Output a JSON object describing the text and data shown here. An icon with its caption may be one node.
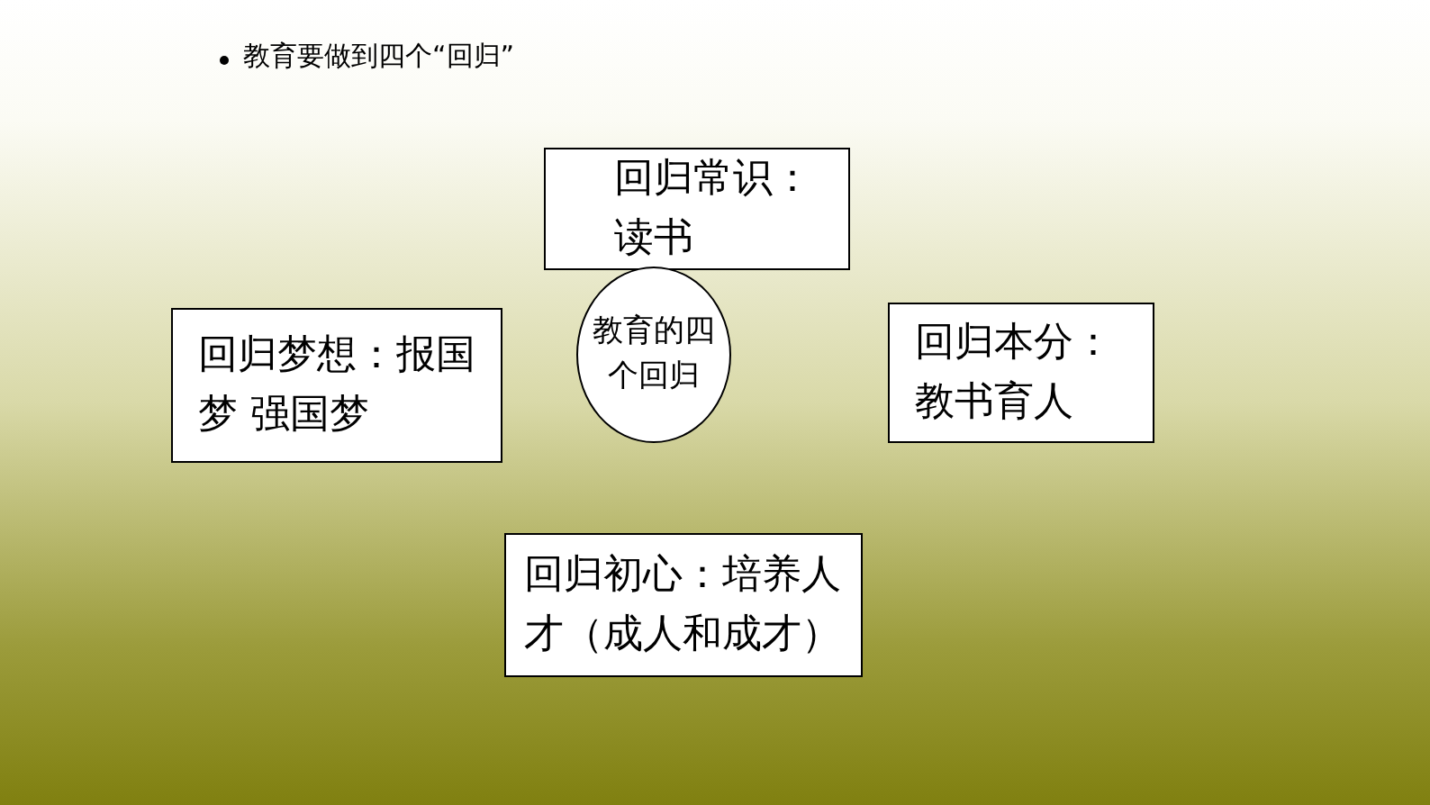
{
  "diagram": {
    "title": "教育要做到四个“回归”",
    "nodes": [
      {
        "text": [
          "回归常识：读书"
        ]
      },
      {
        "text": [
          "回归梦想：报国梦 强国梦"
        ]
      },
      {
        "text": [
          "教育的四个回归"
        ]
      },
      {
        "text": [
          "回归本分：教书育人"
        ]
      },
      {
        "text": [
          "回归初心：培养人才（成人和成才）"
        ]
      }
    ]
  }
}
